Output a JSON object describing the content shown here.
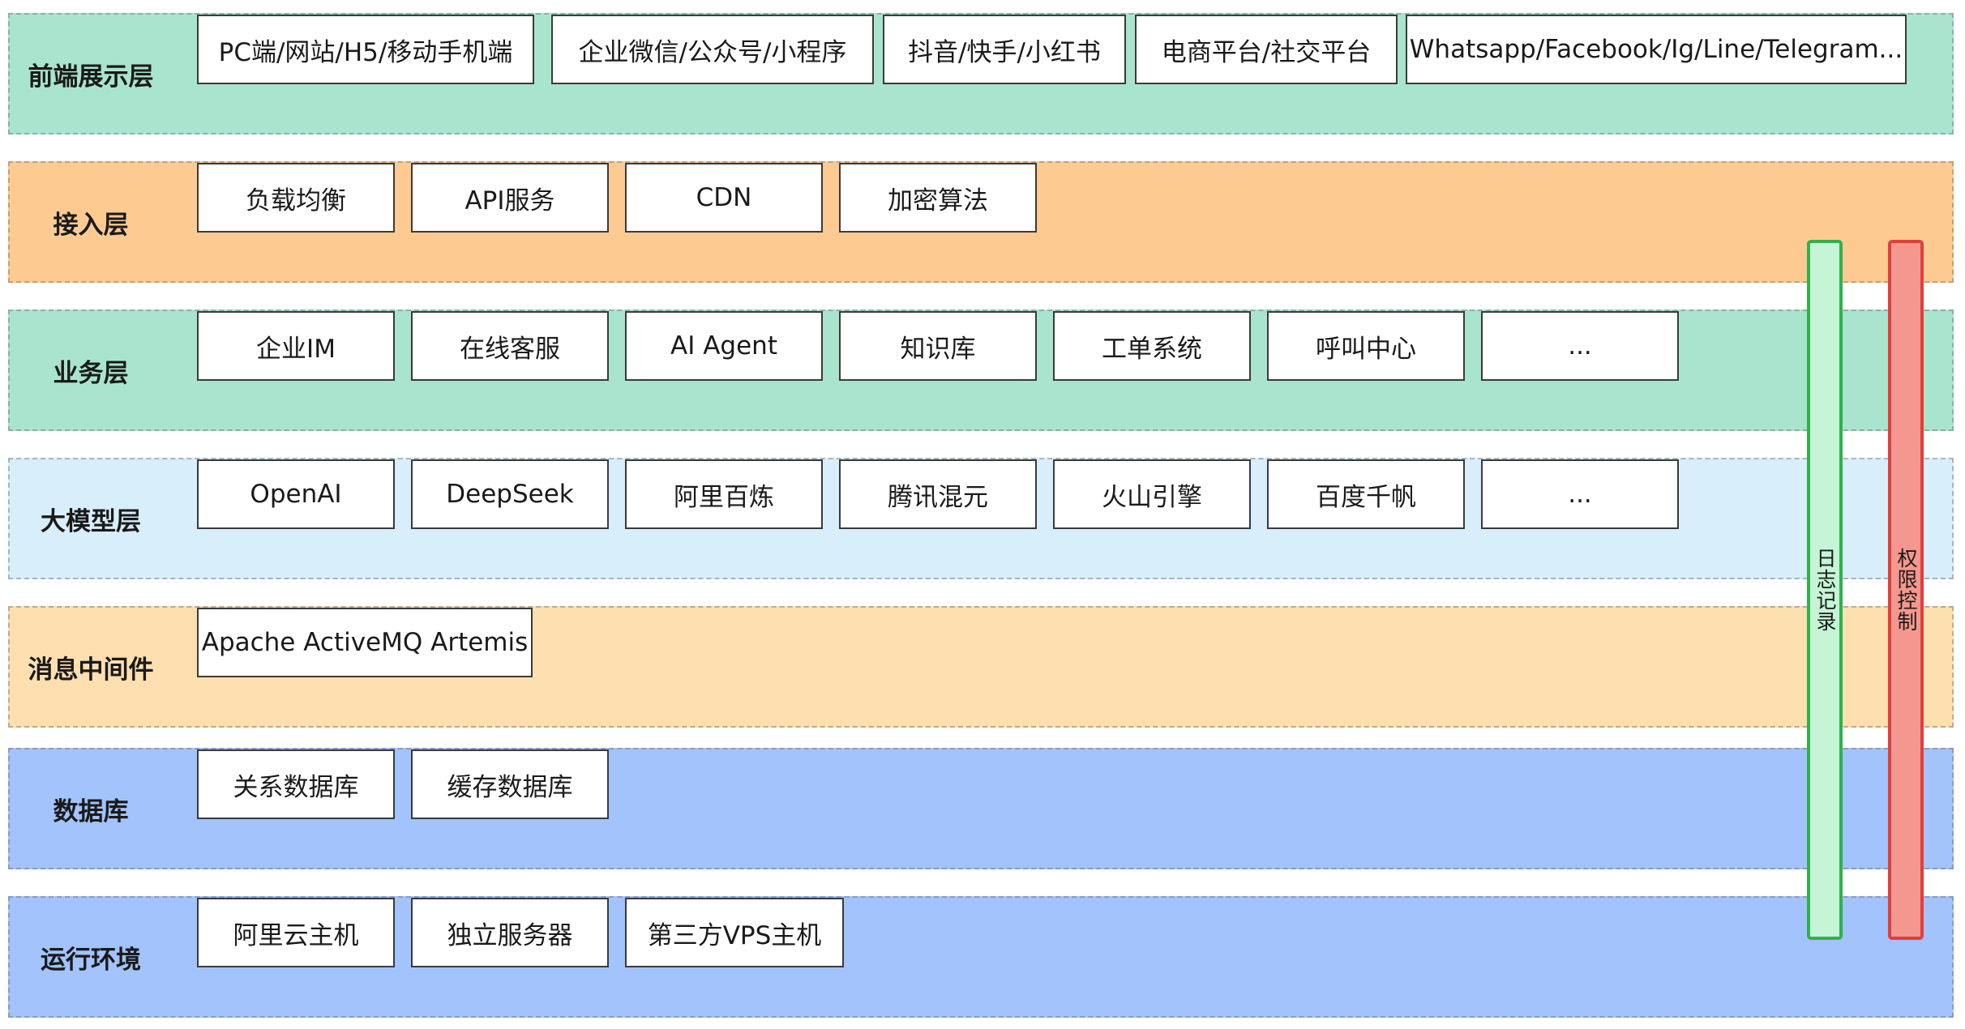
{
  "layers": [
    {
      "key": "frontend",
      "label": "前端展示层",
      "color": "#a9e5ce",
      "items": [
        "PC端/网站/H5/移动手机端",
        "企业微信/公众号/小程序",
        "抖音/快手/小红书",
        "电商平台/社交平台",
        "Whatsapp/Facebook/Ig/Line/Telegram..."
      ]
    },
    {
      "key": "access",
      "label": "接入层",
      "color": "#fdcb91",
      "items": [
        "负载均衡",
        "API服务",
        "CDN",
        "加密算法"
      ]
    },
    {
      "key": "business",
      "label": "业务层",
      "color": "#a9e5ce",
      "items": [
        "企业IM",
        "在线客服",
        "AI Agent",
        "知识库",
        "工单系统",
        "呼叫中心",
        "..."
      ]
    },
    {
      "key": "llm",
      "label": "大模型层",
      "color": "#d8effb",
      "items": [
        "OpenAI",
        "DeepSeek",
        "阿里百炼",
        "腾讯混元",
        "火山引擎",
        "百度千帆",
        "..."
      ]
    },
    {
      "key": "mq",
      "label": "消息中间件",
      "color": "#fddfb0",
      "items": [
        "Apache ActiveMQ Artemis"
      ]
    },
    {
      "key": "database",
      "label": "数据库",
      "color": "#a2c3fb",
      "items": [
        "关系数据库",
        "缓存数据库"
      ]
    },
    {
      "key": "runtime",
      "label": "运行环境",
      "color": "#a2c3fb",
      "items": [
        "阿里云主机",
        "独立服务器",
        "第三方VPS主机"
      ]
    }
  ],
  "side_bars": {
    "log": {
      "label": "日志记录",
      "fill": "#c5f5d6",
      "border": "#2fb24a"
    },
    "auth": {
      "label": "权限控制",
      "fill": "#f4978e",
      "border": "#e0403b"
    }
  }
}
